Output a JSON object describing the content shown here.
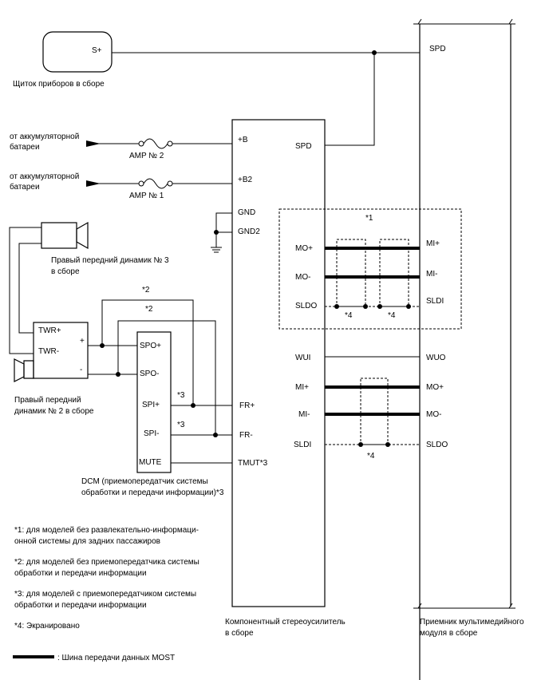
{
  "labels": {
    "s_plus": "S+",
    "cluster": "Щиток приборов в сборе",
    "spd_right": "SPD",
    "from_batt_1a": "от аккумуляторной",
    "from_batt_1b": "батареи",
    "from_batt_2a": "от аккумуляторной",
    "from_batt_2b": "батареи",
    "amp2": "AMP № 2",
    "amp1": "AMP № 1",
    "b": "+B",
    "spd": "SPD",
    "b2": "+B2",
    "gnd": "GND",
    "gnd2": "GND2",
    "note1_mark": "*1",
    "mo_plus": "MO+",
    "mi_plus_r": "MI+",
    "mo_minus": "MO-",
    "mi_minus_r": "MI-",
    "sldo": "SLDO",
    "sldi_r": "SLDI",
    "star4_a": "*4",
    "star4_b": "*4",
    "speaker3a": "Правый передний динамик № 3",
    "speaker3b": "в сборе",
    "star2_a": "*2",
    "star2_b": "*2",
    "twr_plus": "TWR+",
    "twr_minus": "TWR-",
    "plus": "+",
    "minus": "-",
    "spo_plus": "SPO+",
    "spo_minus": "SPO-",
    "spi_plus": "SPI+",
    "spi_minus": "SPI-",
    "mute": "MUTE",
    "star3_a": "*3",
    "star3_b": "*3",
    "fr_plus": "FR+",
    "fr_minus": "FR-",
    "tmut": "TMUT*3",
    "speaker2a": "Правый передний",
    "speaker2b": "динамик № 2 в сборе",
    "wui": "WUI",
    "wuo": "WUO",
    "mi_plus": "MI+",
    "mo_plus_r": "MO+",
    "mi_minus": "MI-",
    "mo_minus_r": "MO-",
    "sldi": "SLDI",
    "sldo_r": "SLDO",
    "star4_c": "*4",
    "dcm_a": "DCM (приемопередатчик системы",
    "dcm_b": "обработки и передачи информации)*3",
    "fn1a": "*1: для моделей без развлекательно-информаци-",
    "fn1b": "онной системы для задних пассажиров",
    "fn2a": "*2: для моделей без приемопередатчика системы",
    "fn2b": "обработки и передачи информации",
    "fn3a": "*3: для моделей с приемопередатчиком системы",
    "fn3b": "обработки и передачи информации",
    "fn4": "*4: Экранировано",
    "amp_a": "Компонентный стереоусилитель",
    "amp_b": "в сборе",
    "recv_a": "Приемник мультимедийного",
    "recv_b": "модуля в сборе",
    "legend": ": Шина передачи данных MOST"
  }
}
